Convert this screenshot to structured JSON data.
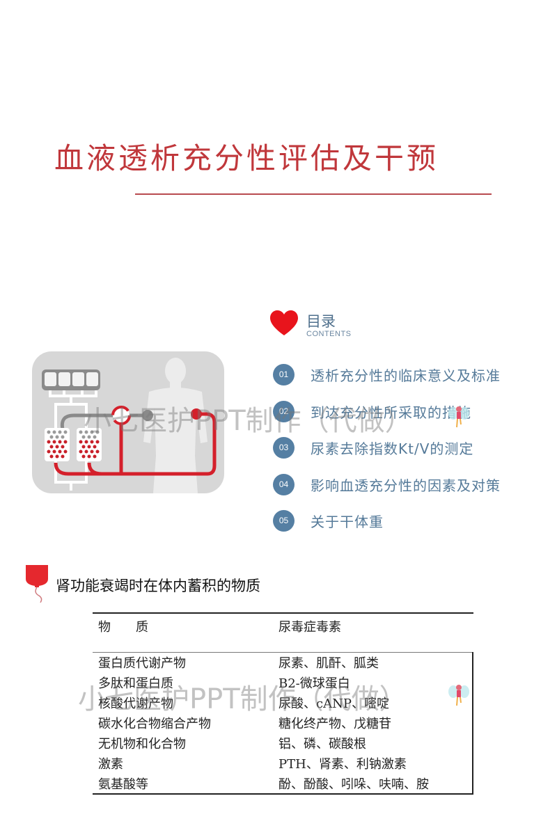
{
  "title": "血液透析充分性评估及干预",
  "colors": {
    "title_red": "#c0373b",
    "toc_blue": "#557fa3",
    "toc_text": "#557a99",
    "heart_red": "#e8141c",
    "illus_bg": "#d7d7d7",
    "illus_red": "#d4202b"
  },
  "contents": {
    "heading": "目录",
    "subheading": "CONTENTS",
    "icon": "heart-icon",
    "items": [
      {
        "num": "01",
        "label": "透析充分性的临床意义及标准"
      },
      {
        "num": "02",
        "label": "到达充分性所采取的措施"
      },
      {
        "num": "03",
        "label": "尿素去除指数Kt/V的测定"
      },
      {
        "num": "04",
        "label": "影响血透充分性的因素及对策"
      },
      {
        "num": "05",
        "label": "关于干体重"
      }
    ]
  },
  "illustration": {
    "icon": "hemodialysis-circuit-icon"
  },
  "watermark": {
    "text1": "小七医护PPT制作（代做）",
    "text2": "小七医护PPT制作（代做）"
  },
  "section": {
    "icon": "blood-bag-icon",
    "title": "肾功能衰竭时在体内蓄积的物质"
  },
  "table": {
    "headers": [
      "物　　质",
      "尿毒症毒素"
    ],
    "rows": [
      [
        "蛋白质代谢产物",
        "尿素、肌酐、胍类"
      ],
      [
        "多肽和蛋白质",
        "B2-微球蛋白"
      ],
      [
        "核酸代谢产物",
        "尿酸、cANP、嘧啶"
      ],
      [
        "碳水化合物缩合产物",
        "糖化终产物、戊糖苷"
      ],
      [
        "无机物和化合物",
        "铝、磷、碳酸根"
      ],
      [
        "激素",
        "PTH、肾素、利钠激素"
      ],
      [
        "氨基酸等",
        "酚、酚酸、吲哚、呋喃、胺"
      ]
    ]
  }
}
